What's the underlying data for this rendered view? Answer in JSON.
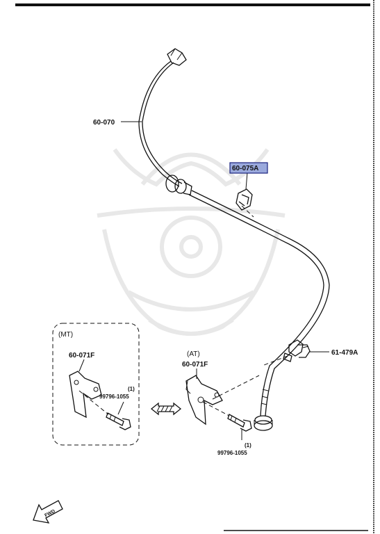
{
  "labels": {
    "cable": "60-070",
    "clip_highlighted": "60-075A",
    "clamp": "61-479A",
    "mt_heading": "(MT)",
    "at_heading": "(AT)",
    "bracket_mt": "60-071F",
    "bracket_at": "60-071F",
    "bolt_mt_qty": "(1)",
    "bolt_mt": "99796-1055",
    "bolt_at_qty": "(1)",
    "bolt_at": "99796-1055",
    "fwd": "FWD"
  },
  "colors": {
    "highlight_fill": "#9aa9dc",
    "highlight_border": "#1a237e",
    "ink": "#111111",
    "watermark": "#e8e8e8"
  }
}
